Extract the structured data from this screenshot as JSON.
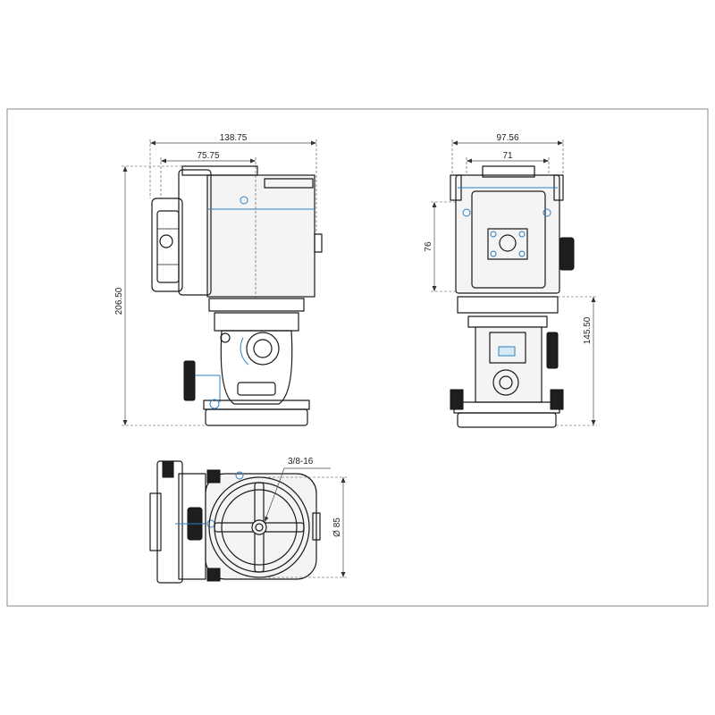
{
  "dimensions": {
    "side_width": "138.75",
    "side_offset": "75.75",
    "side_height": "206.50",
    "front_width": "97.56",
    "front_inner": "71",
    "front_height_upper": "76",
    "front_height_lower": "145.50",
    "thread": "3/8-16",
    "diameter": "Ø 85"
  },
  "colors": {
    "line": "#1a1a1a",
    "accent": "#2f7fc1",
    "frame": "#8a8a8a"
  }
}
